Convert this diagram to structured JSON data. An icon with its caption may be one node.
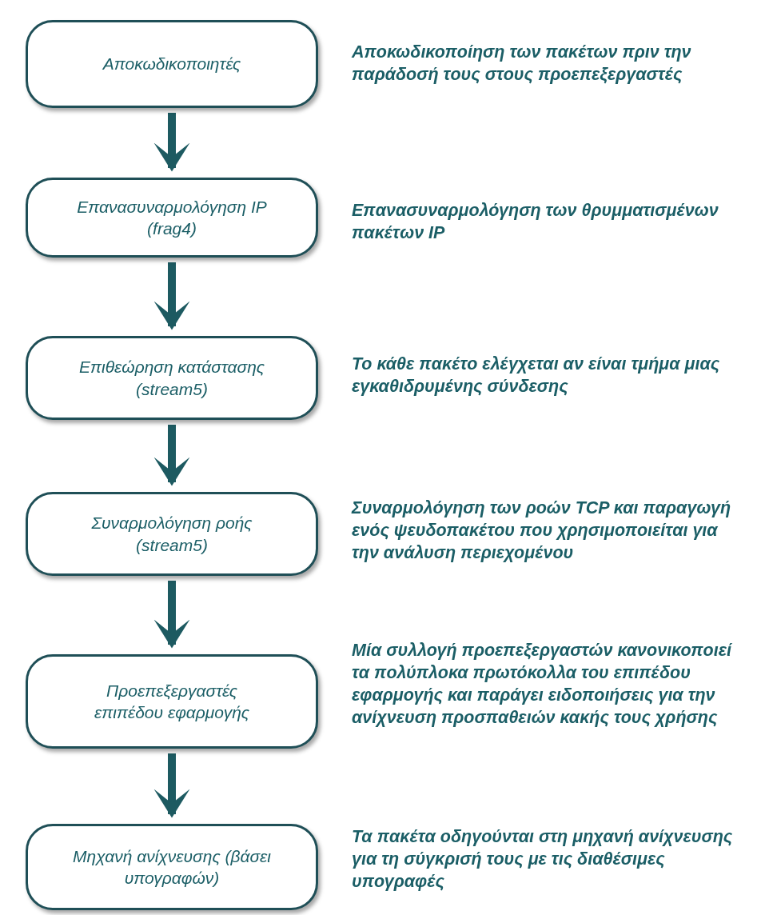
{
  "diagram": {
    "nodes": [
      {
        "text": [
          "Αποκωδικοποιητές"
        ],
        "beside": [
          "Αποκωδικοποίηση των πακέτων πριν την παράδοσή τους στους προεπεξεργαστές"
        ]
      },
      {
        "text": [
          "Επανασυναρμολόγηση IP (frag4)"
        ],
        "beside": [
          "Επανασυναρμολόγηση των θρυμματισμένων πακέτων IP"
        ]
      },
      {
        "text": [
          "Επιθεώρηση κατάστασης (stream5)"
        ],
        "beside": [
          "Το κάθε πακέτο ελέγχεται αν είναι τμήμα μιας εγκαθιδρυμένης σύνδεσης"
        ]
      },
      {
        "text": [
          "Συναρμολόγηση ροής (stream5)"
        ],
        "beside": [
          "Συναρμολόγηση των ροών TCP και παραγωγή ενός ψευδοπακέτου που χρησιμοποιείται για την ανάλυση περιεχομένου"
        ]
      },
      {
        "text": [
          "Προεπεξεργαστές επιπέδου εφαρμογής"
        ],
        "beside": [
          "Μία συλλογή προεπεξεργαστών κανονικοποιεί τα πολύπλοκα πρωτόκολλα του επιπέδου εφαρμογής και παράγει ειδοποιήσεις για την ανίχνευση προσπαθειών κακής τους χρήσης"
        ]
      },
      {
        "text": [
          "Μηχανή ανίχνευσης (βάσει υπογραφών)"
        ],
        "beside": [
          "Τα πακέτα οδηγούνται στη μηχανή ανίχνευσης για τη σύγκρισή τους με τις διαθέσιμες υπογραφές"
        ]
      }
    ],
    "edges": [
      {
        "from": 0,
        "to": 1,
        "arrow": "to"
      },
      {
        "from": 1,
        "to": 2,
        "arrow": "to"
      },
      {
        "from": 2,
        "to": 3,
        "arrow": "to"
      },
      {
        "from": 3,
        "to": 4,
        "arrow": "to"
      },
      {
        "from": 4,
        "to": 5,
        "arrow": "to"
      }
    ]
  }
}
